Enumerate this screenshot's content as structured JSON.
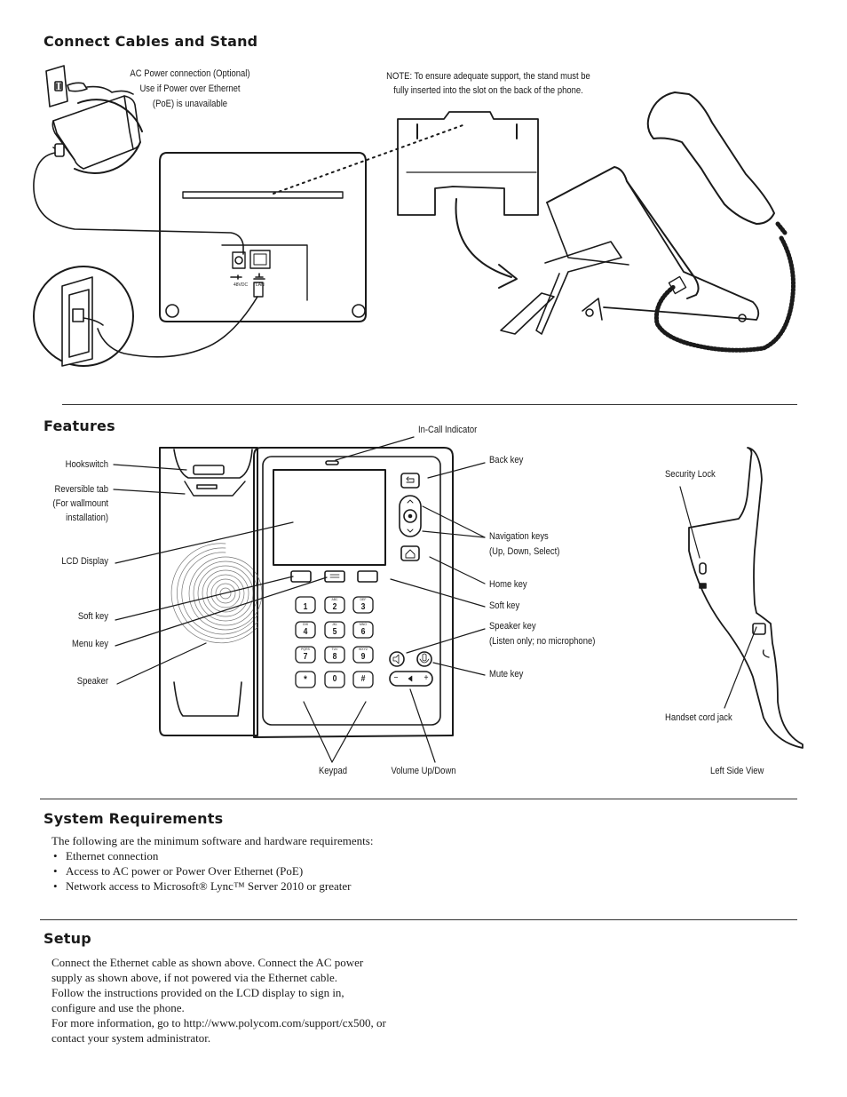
{
  "sections": {
    "connect": {
      "title": "Connect Cables and Stand",
      "ac_power_note": [
        "AC Power connection  (Optional)",
        "Use if Power over Ethernet",
        "(PoE) is unavailable"
      ],
      "stand_note": [
        "NOTE: To ensure adequate support, the stand must be",
        "fully inserted into the slot on the back of the phone."
      ],
      "port_label_power": "48VDC",
      "port_label_lan": "LAN"
    },
    "features": {
      "title": "Features",
      "labels": {
        "hookswitch": "Hookswitch",
        "reversible_tab": [
          "Reversible tab",
          "(For wallmount",
          "installation)"
        ],
        "lcd_display": "LCD Display",
        "soft_key_left": "Soft key",
        "menu_key": "Menu key",
        "speaker": "Speaker",
        "in_call_indicator": "In-Call Indicator",
        "back_key": "Back key",
        "navigation_keys": [
          "Navigation keys",
          "(Up, Down, Select)"
        ],
        "home_key": "Home key",
        "soft_key_right": "Soft key",
        "speaker_key": [
          "Speaker key",
          "(Listen only; no microphone)"
        ],
        "mute_key": "Mute key",
        "keypad": "Keypad",
        "volume": "Volume Up/Down",
        "security_lock": "Security Lock",
        "handset_cord_jack": "Handset cord jack",
        "left_side_view": "Left Side View"
      },
      "keypad_keys": [
        {
          "digit": "1",
          "letters": ""
        },
        {
          "digit": "2",
          "letters": "ABC"
        },
        {
          "digit": "3",
          "letters": "DEF"
        },
        {
          "digit": "4",
          "letters": "GHI"
        },
        {
          "digit": "5",
          "letters": "JKL"
        },
        {
          "digit": "6",
          "letters": "MNO"
        },
        {
          "digit": "7",
          "letters": "PQRS"
        },
        {
          "digit": "8",
          "letters": "TUV"
        },
        {
          "digit": "9",
          "letters": "WXYZ"
        },
        {
          "digit": "*",
          "letters": ""
        },
        {
          "digit": "0",
          "letters": ""
        },
        {
          "digit": "#",
          "letters": ""
        }
      ],
      "volume_minus": "−",
      "volume_plus": "+"
    },
    "requirements": {
      "title": "System Requirements",
      "intro": "The following are the minimum software and hardware requirements:",
      "items": [
        "Ethernet connection",
        "Access to AC power or Power Over Ethernet (PoE)",
        "Network access to Microsoft® Lync™ Server 2010 or greater"
      ]
    },
    "setup": {
      "title": "Setup",
      "lines": [
        "Connect the Ethernet cable as shown above. Connect the AC power",
        "supply as shown above, if not powered via the Ethernet cable.",
        "Follow the instructions provided on the LCD display to sign in,",
        "configure and use the phone.",
        "For more information, go to http://www.polycom.com/support/cx500, or",
        "contact your system administrator."
      ]
    }
  }
}
